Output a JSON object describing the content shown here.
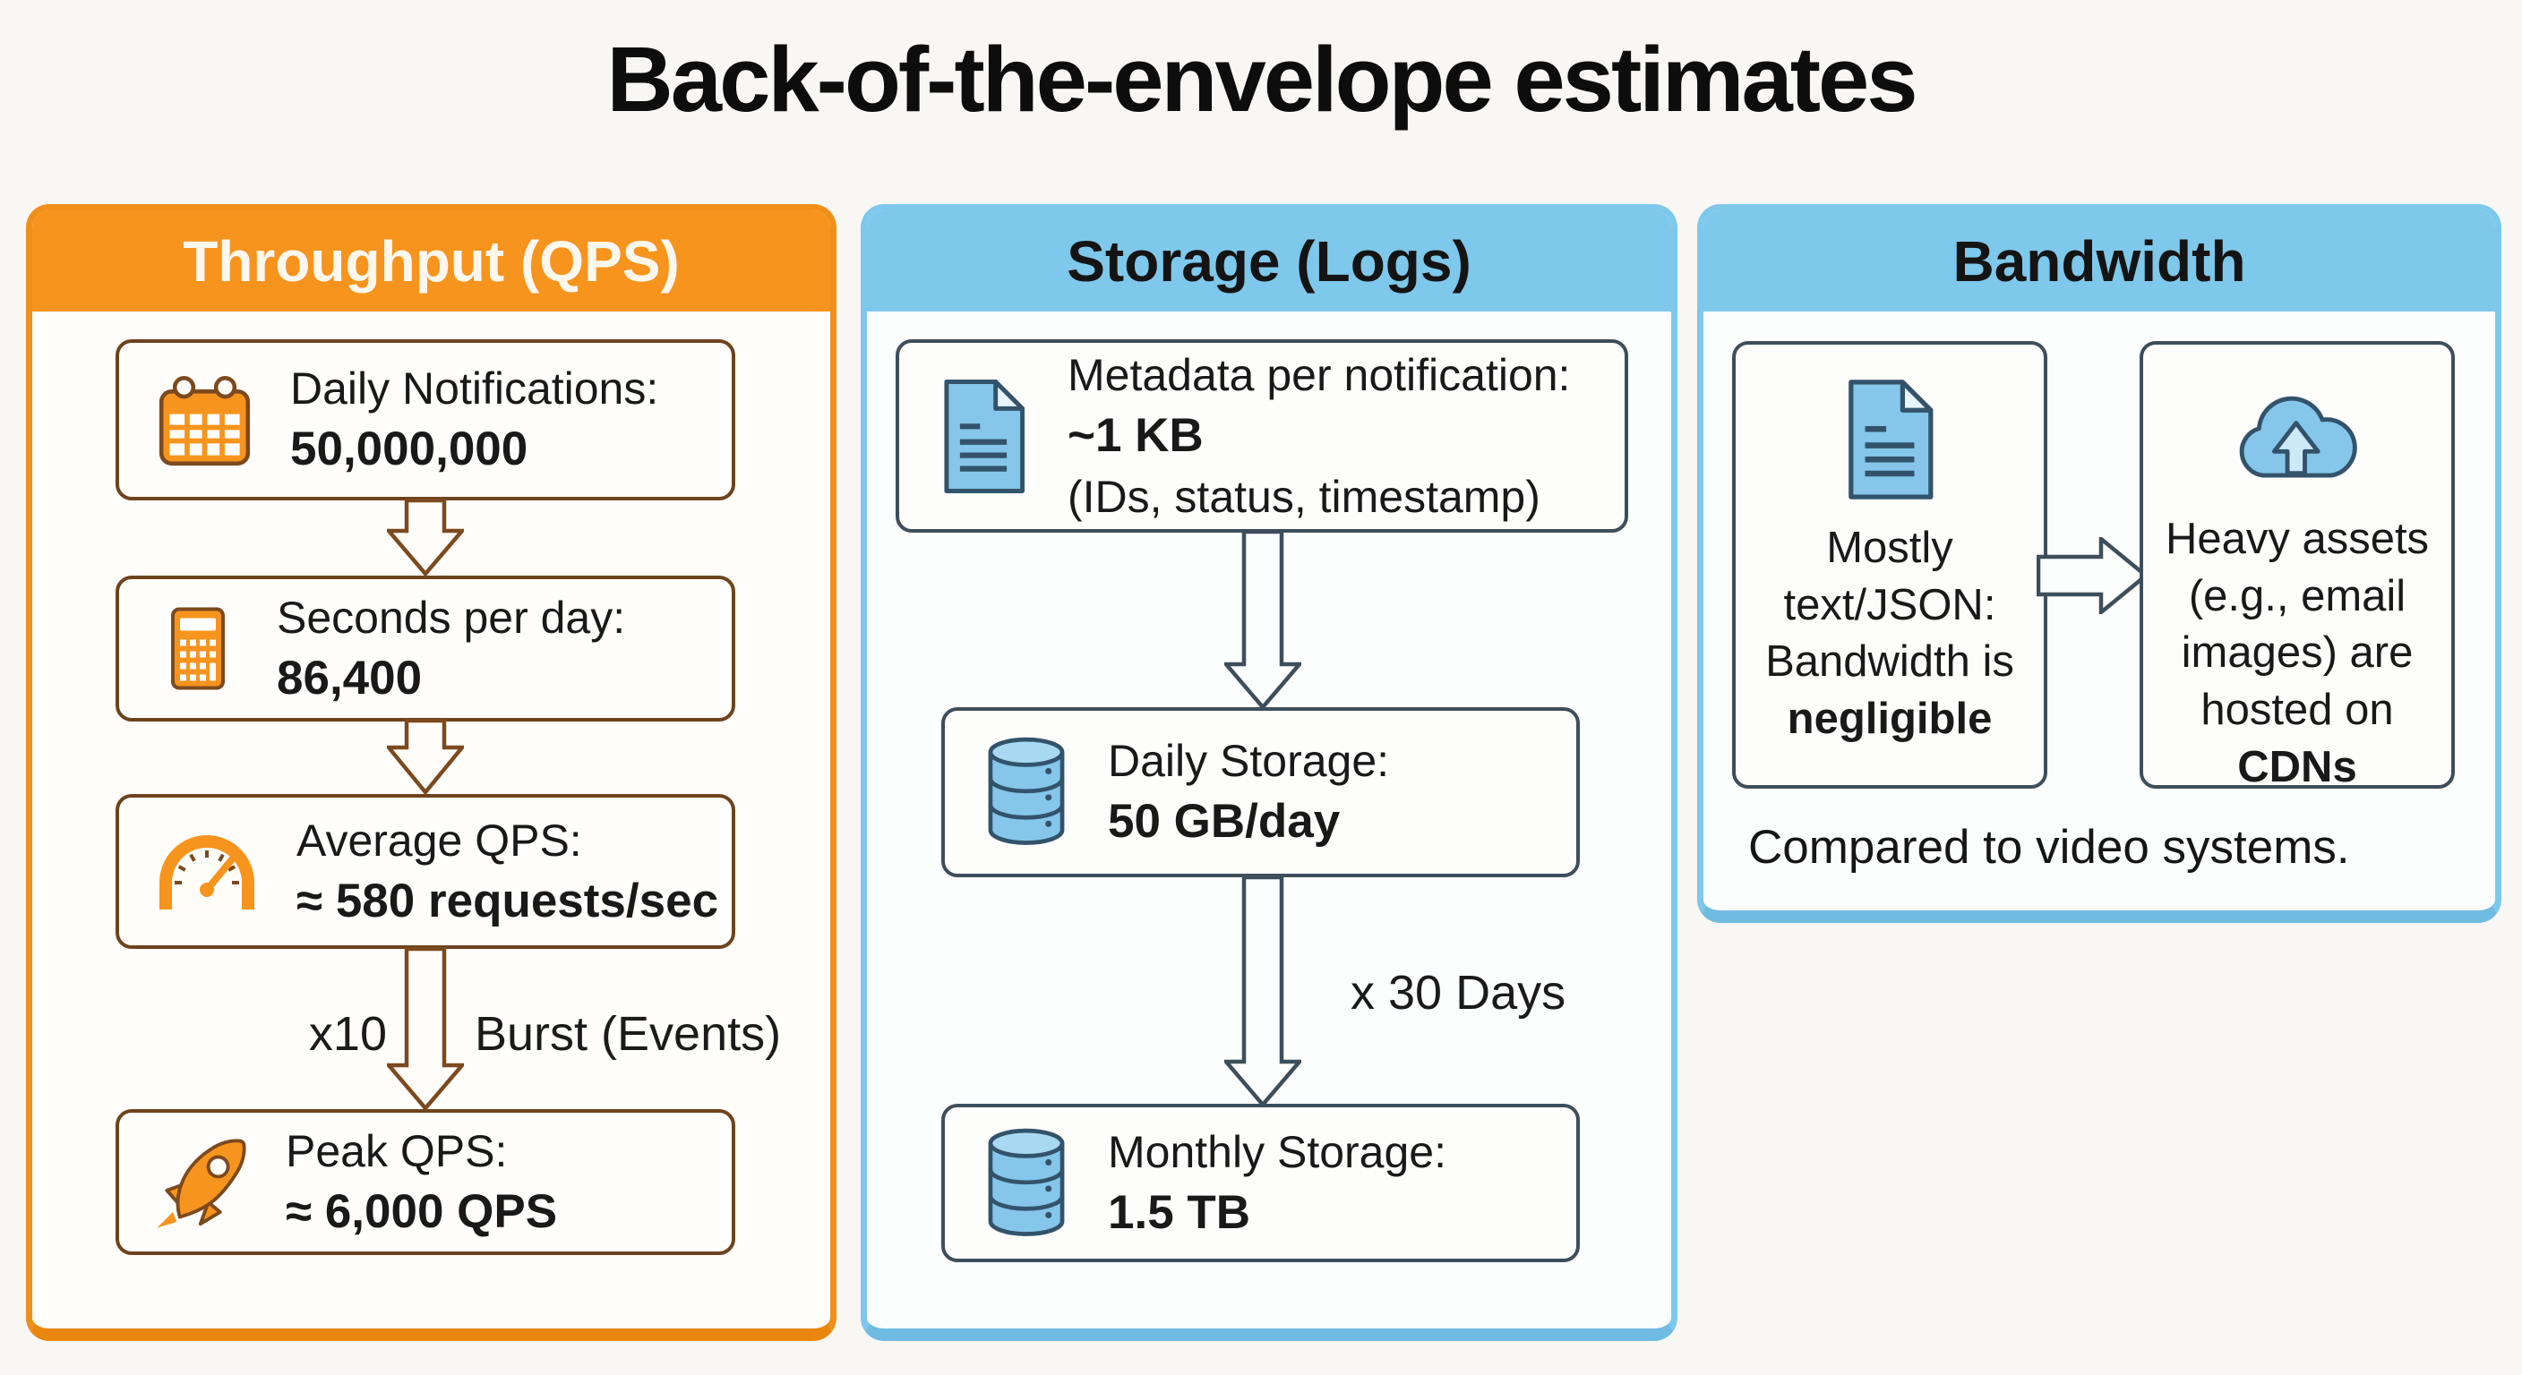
{
  "title": "Back-of-the-envelope estimates",
  "colors": {
    "accent_orange": "#F7941D",
    "accent_blue": "#7EC8EB",
    "outline_brown": "#7C4A1E",
    "outline_slate": "#3D4E5C"
  },
  "columns": {
    "throughput": {
      "header": "Throughput (QPS)",
      "cards": [
        {
          "icon": "calendar-icon",
          "label": "Daily Notifications:",
          "value": "50,000,000"
        },
        {
          "icon": "calculator-icon",
          "label": "Seconds per day:",
          "value": "86,400"
        },
        {
          "icon": "speedometer-icon",
          "label": "Average QPS:",
          "value": "≈ 580 requests/sec"
        },
        {
          "icon": "rocket-icon",
          "label": "Peak QPS:",
          "value": "≈ 6,000 QPS"
        }
      ],
      "burst": {
        "left_label": "x10",
        "right_label": "Burst (Events)"
      }
    },
    "storage": {
      "header": "Storage (Logs)",
      "cards": [
        {
          "icon": "document-icon",
          "label": "Metadata per notification:",
          "value": "~1 KB",
          "sub": "(IDs, status, timestamp)"
        },
        {
          "icon": "database-icon",
          "label": "Daily Storage:",
          "value": "50 GB/day"
        },
        {
          "icon": "database-icon",
          "label": "Monthly Storage:",
          "value": "1.5 TB"
        }
      ],
      "arrow_label": "x 30 Days"
    },
    "bandwidth": {
      "header": "Bandwidth",
      "cards": [
        {
          "icon": "document-icon",
          "lines": [
            "Mostly",
            "text/JSON:",
            "Bandwidth is"
          ],
          "bold_line": "negligible"
        },
        {
          "icon": "cloud-upload-icon",
          "lines": [
            "Heavy assets",
            "(e.g., email",
            "images) are",
            "hosted on"
          ],
          "bold_line": "CDNs"
        }
      ],
      "footnote": "Compared to video systems."
    }
  }
}
